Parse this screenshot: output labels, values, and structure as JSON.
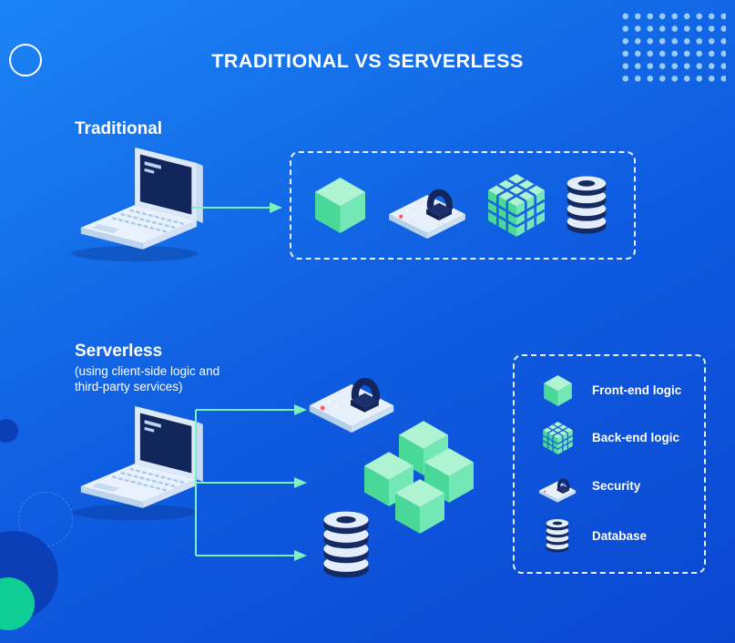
{
  "title": "TRADITIONAL VS SERVERLESS",
  "traditional": {
    "heading": "Traditional"
  },
  "serverless": {
    "heading": "Serverless",
    "subtitle_lines": [
      "(using client-side logic and",
      "third-party services)"
    ]
  },
  "legend": {
    "items": [
      {
        "icon": "front-end-logic-cube-icon",
        "label": "Front-end logic"
      },
      {
        "icon": "back-end-logic-voxel-icon",
        "label": "Back-end logic"
      },
      {
        "icon": "security-lock-icon",
        "label": "Security"
      },
      {
        "icon": "database-icon",
        "label": "Database"
      }
    ]
  },
  "colors": {
    "background_top": "#1b84f5",
    "background_bottom": "#0a47d0",
    "accent_mint": "#7df0c0",
    "cube_green_top": "#aef3d2",
    "cube_green_left": "#49d897",
    "cube_green_right": "#74e7b6",
    "navy": "#13265c",
    "laptop_light": "#e9f2fc",
    "decor_dark_blue": "#0c3eb7",
    "decor_green": "#10cf96",
    "white": "#ffffff"
  }
}
